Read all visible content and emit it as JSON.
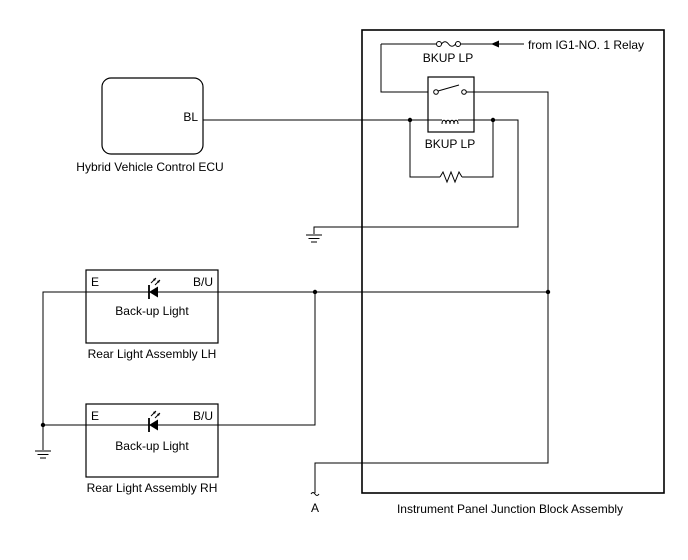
{
  "relay_source_label": "from IG1-NO. 1 Relay",
  "fuse_label": "BKUP LP",
  "relay_label": "BKUP LP",
  "ecu": {
    "name": "Hybrid Vehicle Control ECU",
    "pin_label": "BL"
  },
  "lh_lamp": {
    "pin_e": "E",
    "pin_bu": "B/U",
    "light_label": "Back-up Light",
    "caption": "Rear Light Assembly LH"
  },
  "rh_lamp": {
    "pin_e": "E",
    "pin_bu": "B/U",
    "light_label": "Back-up Light",
    "caption": "Rear Light Assembly RH"
  },
  "connector_label": "A",
  "junction_block_label": "Instrument Panel Junction Block Assembly"
}
